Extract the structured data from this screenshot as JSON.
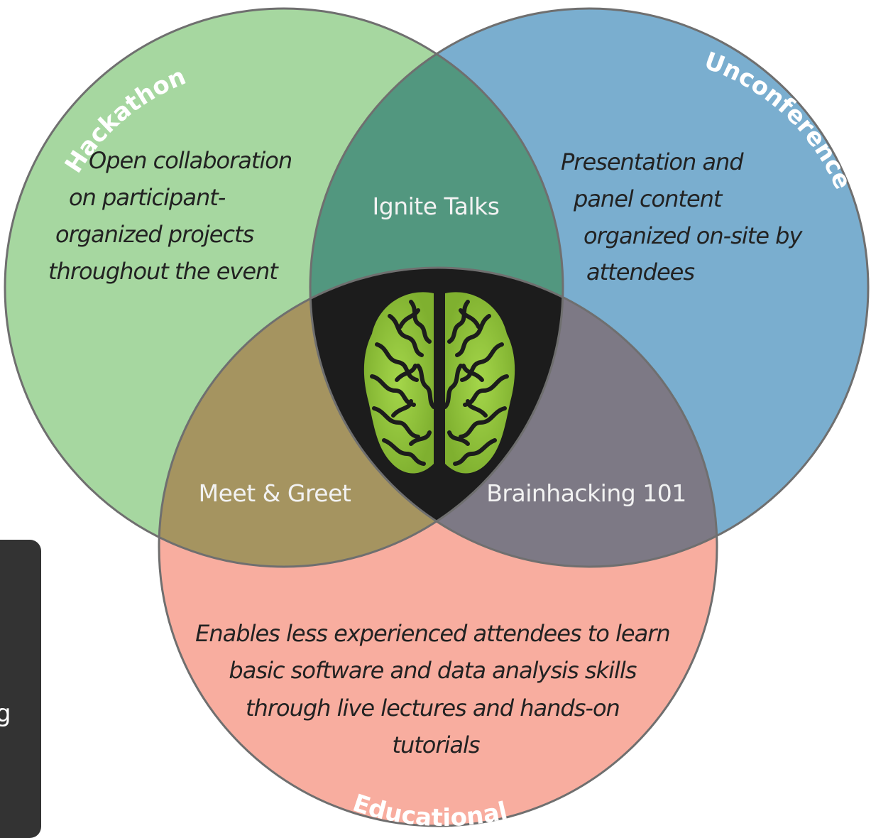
{
  "colors": {
    "hackathon": "#a6d7a0",
    "unconference": "#7aaecf",
    "educational": "#f8ad9f",
    "hack_unconf": "#52977f",
    "hack_edu": "#a59460",
    "unconf_edu": "#7d7985",
    "center": "#1c1c1c",
    "brain": "#95c83c"
  },
  "sets": {
    "hackathon": {
      "title": "Hackathon",
      "desc_lines": [
        "Open collaboration",
        "on participant-",
        "organized projects",
        "throughout the event"
      ]
    },
    "unconference": {
      "title": "Unconference",
      "desc_lines": [
        "Presentation and",
        "panel content",
        "organized on-site by",
        "attendees"
      ]
    },
    "educational": {
      "title": "Educational",
      "desc_lines": [
        "Enables less experienced attendees to learn",
        "basic software and data analysis skills",
        "through live lectures and hands-on",
        "tutorials"
      ]
    }
  },
  "overlaps": {
    "hack_unconf": "Ignite Talks",
    "hack_edu": "Meet & Greet",
    "unconf_edu": "Brainhacking 101"
  },
  "center_icon": "brain-icon",
  "overlay": {
    "partial_text": "g"
  }
}
